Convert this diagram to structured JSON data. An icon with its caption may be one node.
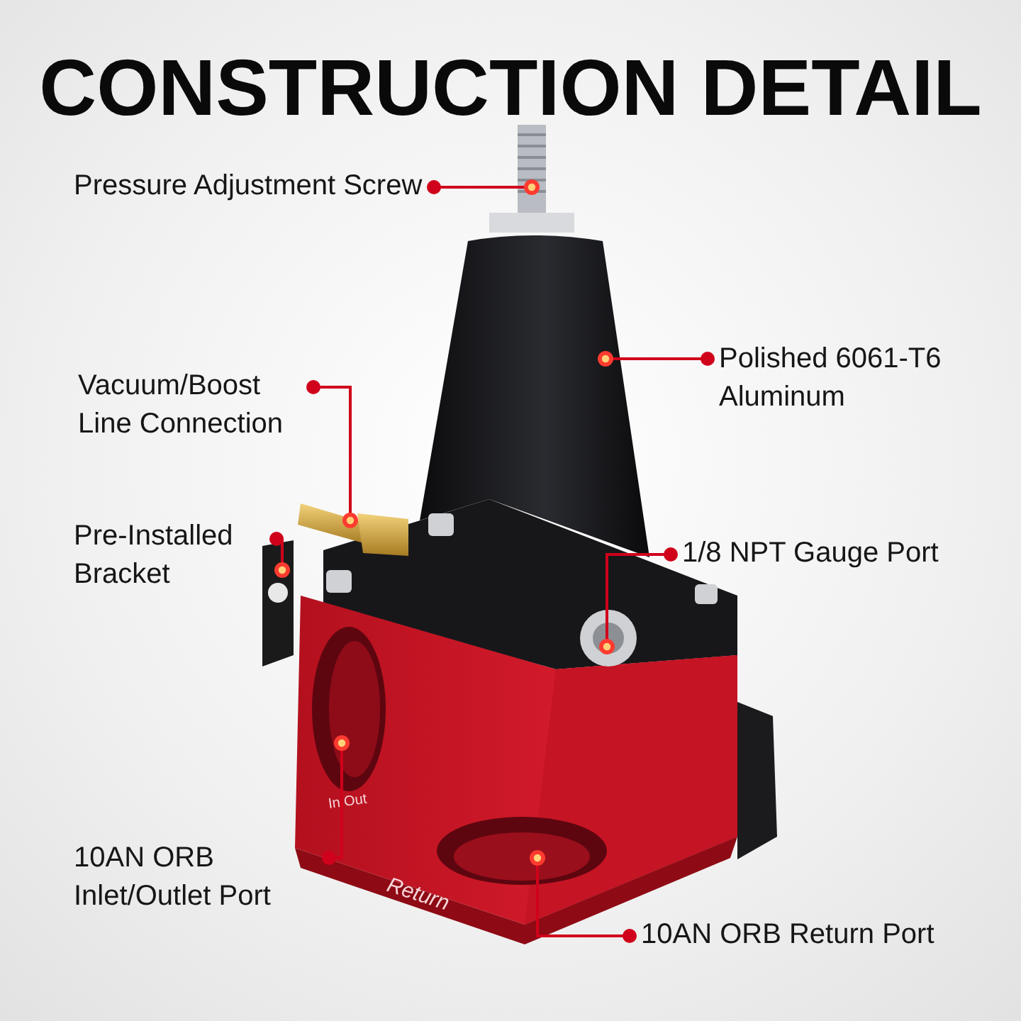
{
  "diagram": {
    "title": "CONSTRUCTION DETAIL",
    "nodes": [
      {
        "text": [
          "Pressure Adjustment Screw"
        ]
      },
      {
        "text": [
          "Polished 6061-T6 Aluminum"
        ]
      },
      {
        "text": [
          "Vacuum/Boost Line Connection"
        ]
      },
      {
        "text": [
          "Pre-Installed Bracket"
        ]
      },
      {
        "text": [
          "1/8 NPT Gauge Port"
        ]
      },
      {
        "text": [
          "10AN ORB Inlet/Outlet Port"
        ]
      },
      {
        "text": [
          "10AN ORB Return Port"
        ]
      },
      {
        "text": [],
        "shape": "picture"
      },
      {
        "text": [],
        "shape": "picture"
      },
      {
        "text": [],
        "shape": "picture"
      },
      {
        "text": [],
        "shape": "picture"
      },
      {
        "text": [],
        "shape": "picture"
      },
      {
        "text": [],
        "shape": "picture"
      },
      {
        "text": [],
        "shape": "picture"
      }
    ],
    "edges": [
      {
        "from": 0,
        "to": 7,
        "arrow": "other"
      },
      {
        "from": 1,
        "to": 8,
        "arrow": "other"
      },
      {
        "from": 2,
        "to": 9,
        "arrow": "other"
      },
      {
        "from": 3,
        "to": 10,
        "arrow": "other"
      },
      {
        "from": 4,
        "to": 11,
        "arrow": "other"
      },
      {
        "from": 5,
        "to": 12,
        "arrow": "other"
      },
      {
        "from": 6,
        "to": 13,
        "arrow": "other"
      }
    ],
    "labels": [
      "In Out",
      "Return"
    ]
  }
}
